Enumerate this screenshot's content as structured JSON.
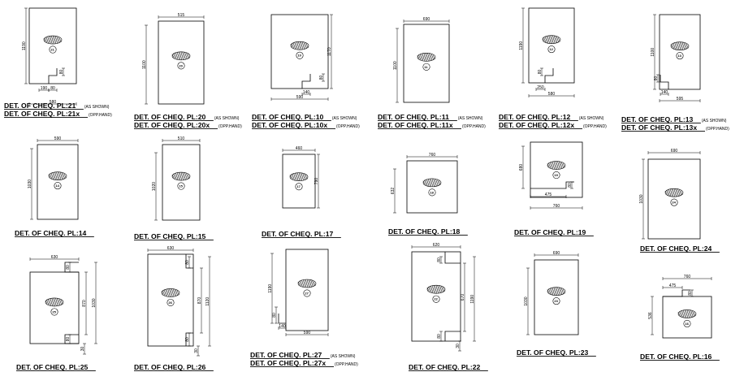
{
  "details": [
    {
      "id": "pl21",
      "lines": [
        {
          "title": "DET. OF CHEQ. PL:21",
          "note": "(AS SHOWN)"
        },
        {
          "title": "DET. OF CHEQ. PL:21x",
          "note": "(OPP.HAND)"
        }
      ],
      "label": "21",
      "dims": [
        "1190",
        "190",
        "80",
        "80",
        "580"
      ]
    },
    {
      "id": "pl20",
      "lines": [
        {
          "title": "DET. OF CHEQ. PL:20",
          "note": "(AS SHOWN)"
        },
        {
          "title": "DET. OF CHEQ. PL:20x",
          "note": "(OPP.HAND)"
        }
      ],
      "label": "20",
      "dims": [
        "515",
        "1100"
      ]
    },
    {
      "id": "pl10",
      "lines": [
        {
          "title": "DET. OF CHEQ. PL:10",
          "note": "(AS SHOWN)"
        },
        {
          "title": "DET. OF CHEQ. PL:10x",
          "note": "(OPP.HAND)"
        }
      ],
      "label": "10",
      "dims": [
        "1170",
        "80",
        "140",
        "590"
      ]
    },
    {
      "id": "pl11",
      "lines": [
        {
          "title": "DET. OF CHEQ. PL:11",
          "note": "(AS SHOWN)"
        },
        {
          "title": "DET. OF CHEQ. PL:11x",
          "note": "(OPP.HAND)"
        }
      ],
      "label": "11",
      "dims": [
        "690",
        "1100"
      ]
    },
    {
      "id": "pl12",
      "lines": [
        {
          "title": "DET. OF CHEQ. PL:12",
          "note": "(AS SHOWN)"
        },
        {
          "title": "DET. OF CHEQ. PL:12x",
          "note": "(OPP.HAND)"
        }
      ],
      "label": "12",
      "dims": [
        "1190",
        "80",
        "80",
        "250",
        "580"
      ]
    },
    {
      "id": "pl13",
      "lines": [
        {
          "title": "DET. OF CHEQ. PL:13",
          "note": "(AS SHOWN)"
        },
        {
          "title": "DET. OF CHEQ. PL:13x",
          "note": "(OPP.HAND)"
        }
      ],
      "label": "13",
      "dims": [
        "1100",
        "80",
        "140",
        "595"
      ]
    },
    {
      "id": "pl14",
      "lines": [
        {
          "title": "DET. OF CHEQ. PL:14",
          "note": ""
        }
      ],
      "label": "14",
      "dims": [
        "590",
        "1030"
      ]
    },
    {
      "id": "pl15",
      "lines": [
        {
          "title": "DET. OF CHEQ. PL:15",
          "note": ""
        }
      ],
      "label": "15",
      "dims": [
        "510",
        "1020"
      ]
    },
    {
      "id": "pl17",
      "lines": [
        {
          "title": "DET. OF CHEQ. PL:17",
          "note": ""
        }
      ],
      "label": "17",
      "dims": [
        "460",
        "790"
      ]
    },
    {
      "id": "pl18",
      "lines": [
        {
          "title": "DET. OF CHEQ. PL:18",
          "note": ""
        }
      ],
      "label": "18",
      "dims": [
        "760",
        "632"
      ]
    },
    {
      "id": "pl19",
      "lines": [
        {
          "title": "DET. OF CHEQ. PL:19",
          "note": ""
        }
      ],
      "label": "19",
      "dims": [
        "80",
        "680",
        "475",
        "760"
      ]
    },
    {
      "id": "pl24",
      "lines": [
        {
          "title": "DET. OF CHEQ. PL:24",
          "note": ""
        }
      ],
      "label": "24",
      "dims": [
        "690",
        "1030"
      ]
    },
    {
      "id": "pl25",
      "lines": [
        {
          "title": "DET. OF CHEQ. PL:25",
          "note": ""
        }
      ],
      "label": "25",
      "dims": [
        "630",
        "80",
        "870",
        "1030",
        "80",
        "30"
      ]
    },
    {
      "id": "pl26",
      "lines": [
        {
          "title": "DET. OF CHEQ. PL:26",
          "note": ""
        }
      ],
      "label": "26",
      "dims": [
        "630",
        "80",
        "870",
        "1120",
        "80",
        "30"
      ]
    },
    {
      "id": "pl27",
      "lines": [
        {
          "title": "DET. OF CHEQ. PL:27",
          "note": "(AS SHOWN)"
        },
        {
          "title": "DET. OF CHEQ. PL:27x",
          "note": "(OPP.HAND)"
        }
      ],
      "label": "27",
      "dims": [
        "1190",
        "80",
        "140",
        "590"
      ]
    },
    {
      "id": "pl22",
      "lines": [
        {
          "title": "DET. OF CHEQ. PL:22",
          "note": ""
        }
      ],
      "label": "22",
      "dims": [
        "620",
        "80",
        "670",
        "1190",
        "80",
        "30"
      ]
    },
    {
      "id": "pl23",
      "lines": [
        {
          "title": "DET. OF CHEQ. PL:23",
          "note": ""
        }
      ],
      "label": "23",
      "dims": [
        "690",
        "1030"
      ]
    },
    {
      "id": "pl16",
      "lines": [
        {
          "title": "DET. OF CHEQ. PL:16",
          "note": ""
        }
      ],
      "label": "16",
      "dims": [
        "760",
        "475",
        "80",
        "536"
      ]
    }
  ]
}
